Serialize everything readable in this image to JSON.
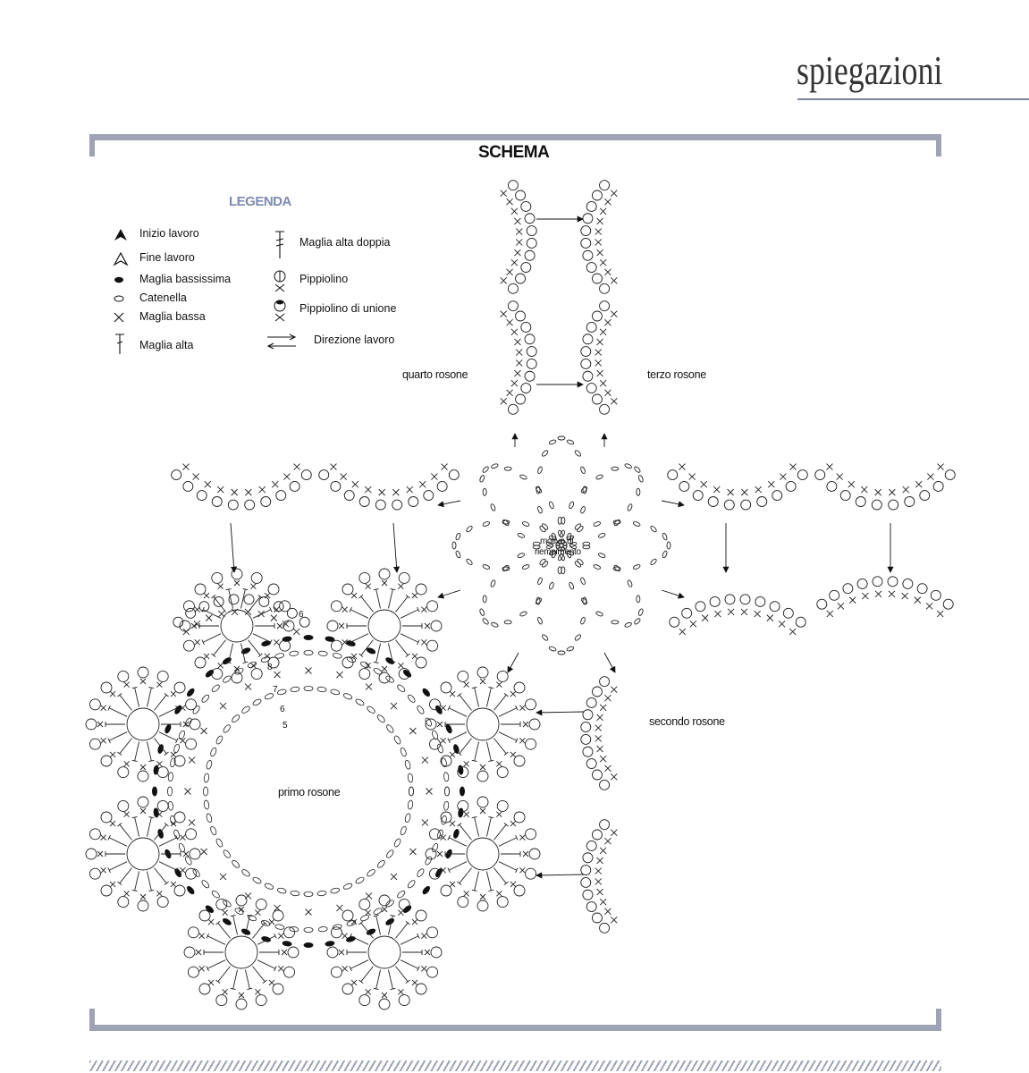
{
  "header": {
    "brand": "spiegazioni"
  },
  "schema": {
    "title": "SCHEMA"
  },
  "legend": {
    "title": "LEGENDA",
    "items": [
      {
        "icon": "filled-arrow-icon",
        "label": "Inizio lavoro"
      },
      {
        "icon": "open-arrow-icon",
        "label": "Fine lavoro"
      },
      {
        "icon": "filled-oval-icon",
        "label": "Maglia bassissima"
      },
      {
        "icon": "open-oval-icon",
        "label": "Catenella"
      },
      {
        "icon": "x-mark-icon",
        "label": "Maglia bassa"
      },
      {
        "icon": "t-stitch-icon",
        "label": "Maglia alta"
      },
      {
        "icon": "double-t-stitch-icon",
        "label": "Maglia alta doppia"
      },
      {
        "icon": "picot-icon",
        "label": "Pippiolino"
      },
      {
        "icon": "joining-picot-icon",
        "label": "Pippiolino di unione"
      },
      {
        "icon": "double-arrow-icon",
        "label": "Direzione lavoro"
      }
    ]
  },
  "diagram_labels": {
    "quarto": "quarto rosone",
    "terzo": "terzo rosone",
    "secondo": "secondo rosone",
    "primo": "primo rosone",
    "motivo_line1": "motivo di",
    "motivo_line2": "riempimento"
  },
  "round_numbers": [
    "8",
    "7",
    "6",
    "5",
    "6"
  ]
}
